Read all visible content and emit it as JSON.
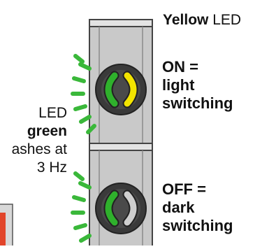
{
  "labels": {
    "yellow_word": "Yellow",
    "led_word": " LED",
    "on_line1": "ON =",
    "on_line2": "light",
    "on_line3": "switching",
    "off_line1": "OFF =",
    "off_line2": "dark",
    "off_line3": "switching",
    "green_line1": "LED",
    "green_line2": "green",
    "green_line3": "ashes at",
    "green_line4": "3 Hz"
  },
  "colors": {
    "housing_gray": "#c9c9c9",
    "housing_dark": "#3a3a3a",
    "led_green": "#2fb12c",
    "led_yellow": "#f3e400",
    "led_off_gray": "#cfcfcf",
    "ray_green": "#3ab83a",
    "device_red": "#e2452a"
  }
}
